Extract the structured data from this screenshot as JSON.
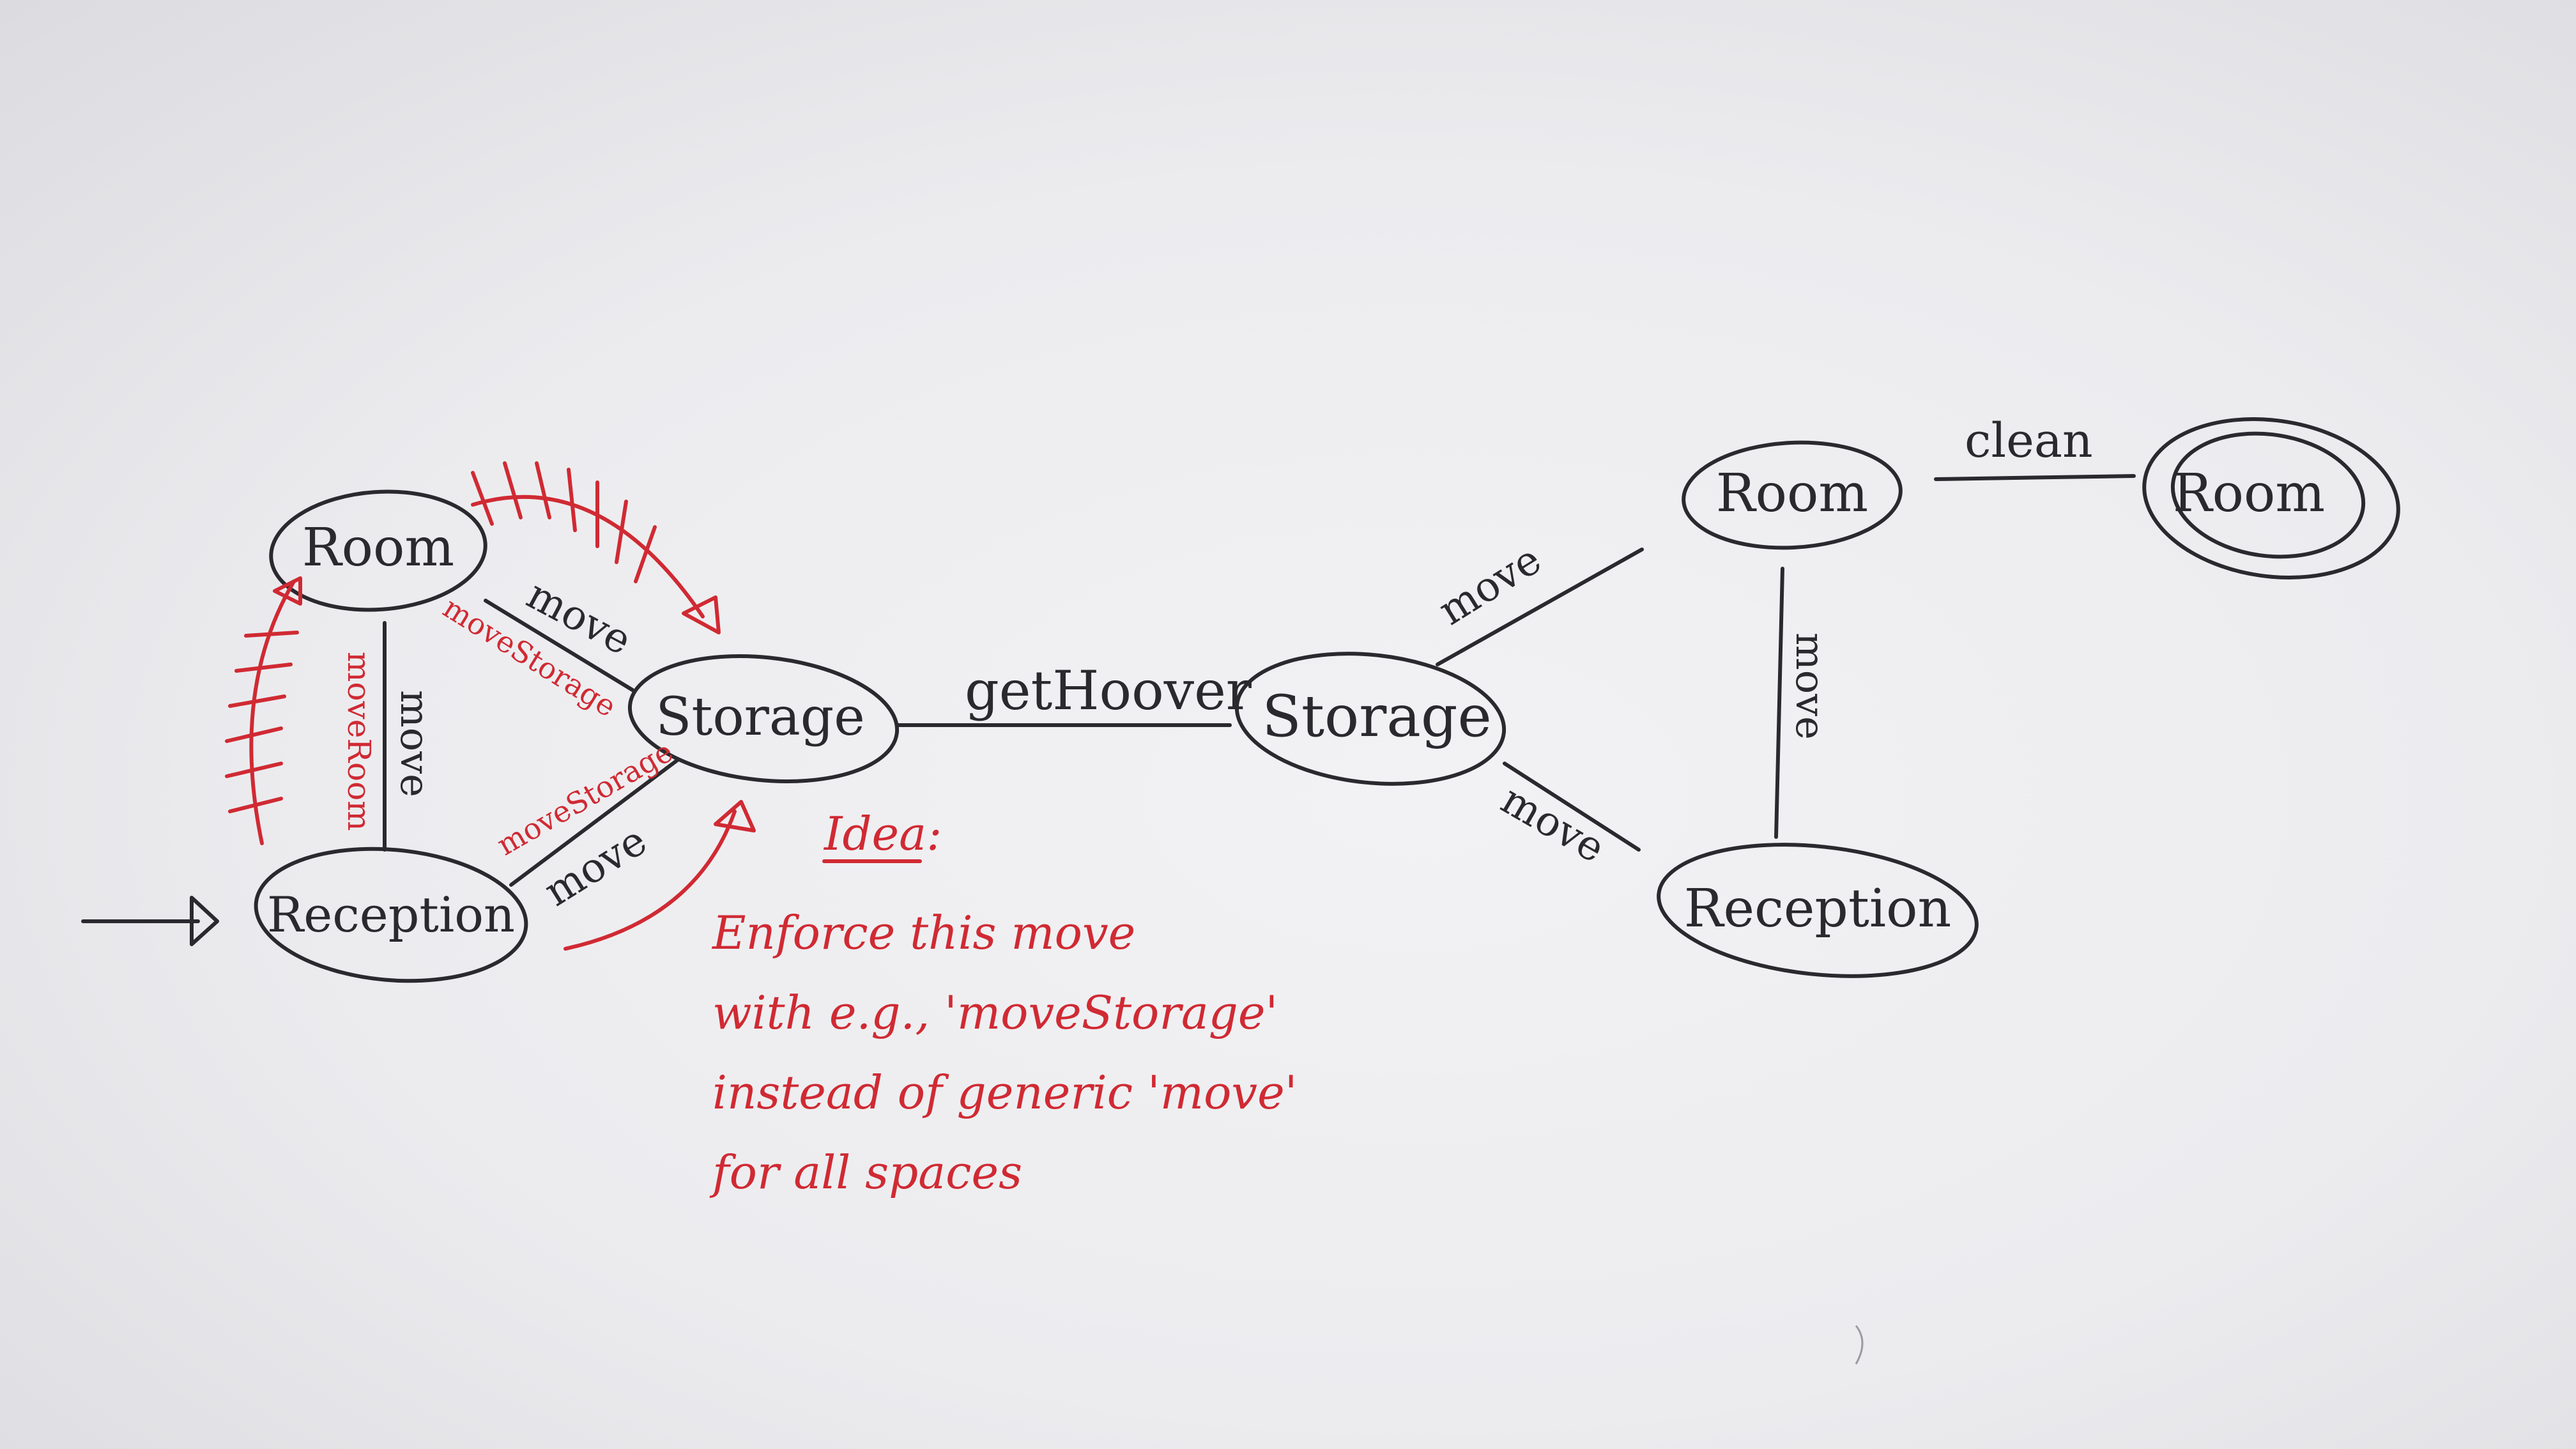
{
  "diagram": {
    "left_graph": {
      "states": {
        "room": "Room",
        "storage": "Storage",
        "reception": "Reception"
      },
      "edges": {
        "room_storage": "move",
        "reception_storage": "move",
        "room_reception": "move",
        "red_room_storage": "moveStorage",
        "red_reception_storage": "moveStorage",
        "red_reception_room": "moveRoom"
      }
    },
    "connector": {
      "label": "getHoover"
    },
    "right_graph": {
      "states": {
        "storage": "Storage",
        "room": "Room",
        "reception": "Reception",
        "final_room": "Room"
      },
      "edges": {
        "storage_room": "move",
        "storage_reception": "move",
        "room_reception": "move",
        "room_final": "clean"
      }
    },
    "note": {
      "title": "Idea:",
      "lines": [
        "Enforce this move",
        "with e.g., 'moveStorage'",
        "instead of generic 'move'",
        "for all spaces"
      ]
    },
    "colors": {
      "ink": "#2a2a2e",
      "red_ink": "#d02a33",
      "paper": "#ececef"
    }
  }
}
